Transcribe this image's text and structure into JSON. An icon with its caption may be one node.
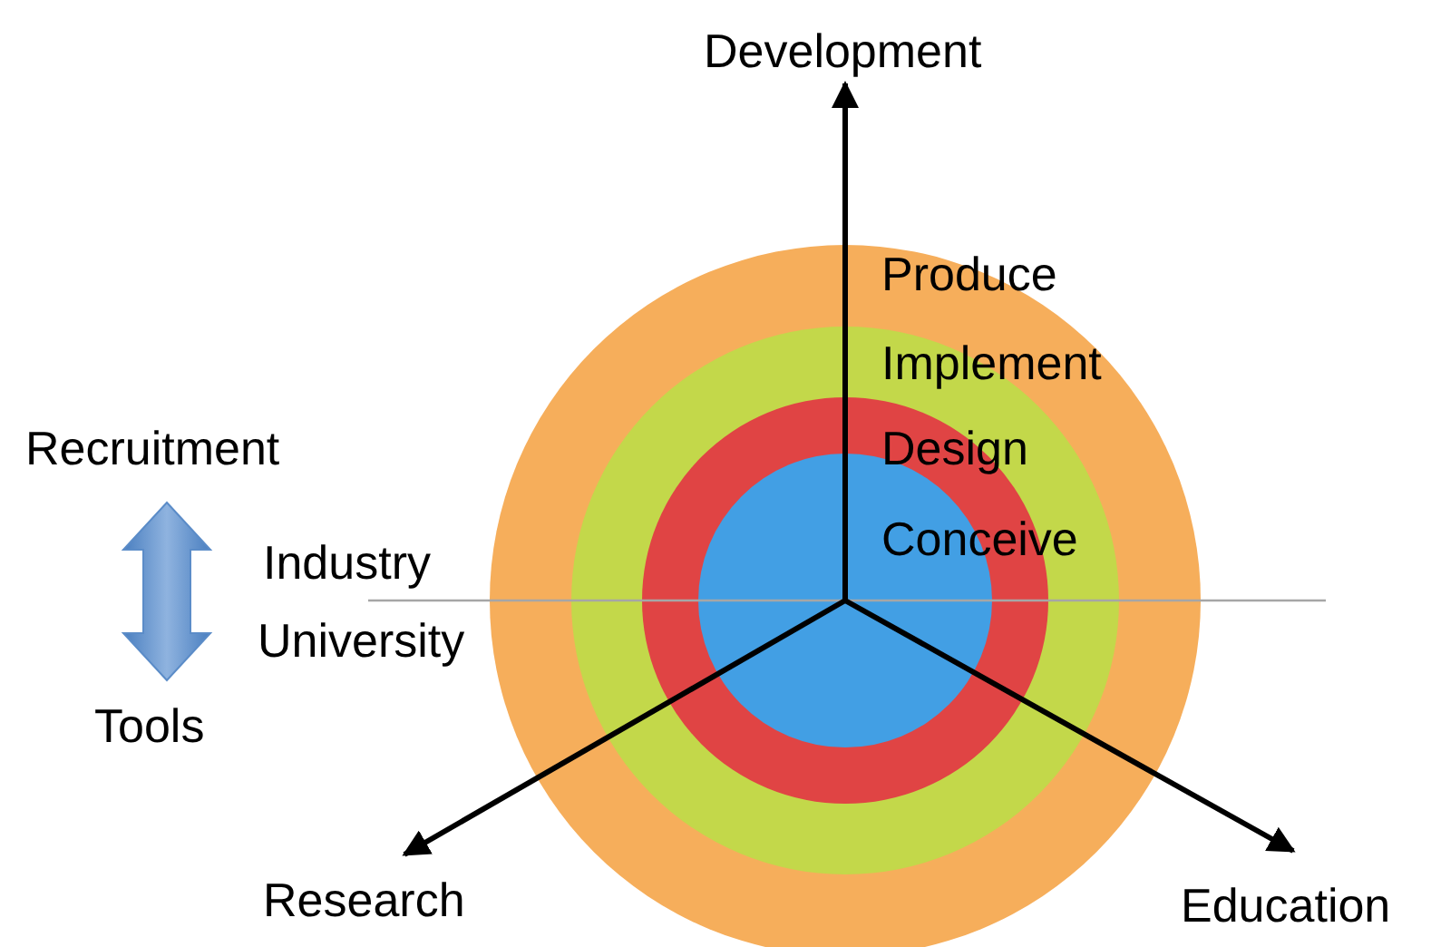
{
  "diagram": {
    "nodes": [
      {
        "text": [
          "Development"
        ]
      },
      {
        "text": [
          "Research"
        ]
      },
      {
        "text": [
          "Education"
        ]
      },
      {
        "text": [
          "Recruitment"
        ]
      },
      {
        "text": [
          "Tools"
        ]
      },
      {
        "text": [
          "Produce"
        ]
      },
      {
        "text": [
          "Implement"
        ],
        "in": 5
      },
      {
        "text": [
          "Design"
        ],
        "in": 6
      },
      {
        "text": [
          "Conceive"
        ],
        "in": 7
      }
    ],
    "edges": [
      {
        "from": 8,
        "to": 0,
        "arrow": "to"
      },
      {
        "from": 8,
        "to": 1,
        "arrow": "to"
      },
      {
        "from": 8,
        "to": 2,
        "arrow": "to"
      },
      {
        "from": 3,
        "to": 4,
        "arrow": "both",
        "style": "thick",
        "color": "#5b8cc8"
      }
    ],
    "labels": [
      "Industry",
      "University"
    ]
  }
}
